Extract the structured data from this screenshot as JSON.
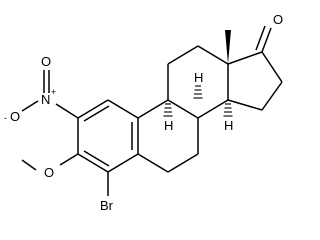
{
  "structure": {
    "atoms": {
      "carbonyl_o": "O",
      "nitro_n": "N",
      "nitro_plus": "+",
      "nitro_o_minus": "O",
      "minus_sign": "-",
      "nitro_o_double": "O",
      "methoxy_o": "O",
      "bromine": "Br",
      "h_9": "H",
      "h_8": "H",
      "h_14": "H"
    }
  }
}
